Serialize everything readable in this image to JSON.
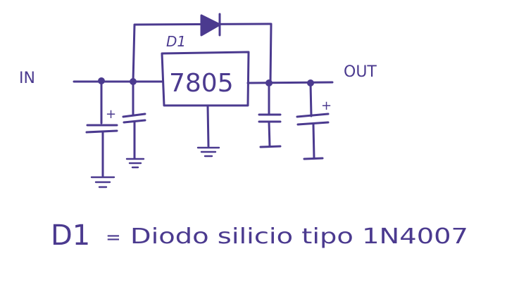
{
  "diagram": {
    "labels": {
      "input": "IN",
      "output": "OUT",
      "diode": "D1",
      "regulator": "7805",
      "plus_left": "+",
      "plus_right": "+"
    },
    "note": {
      "ref": "D1",
      "equals": "=",
      "text": "Diodo silicio tipo 1N4007"
    },
    "ink_color": "#4b3a8f"
  }
}
